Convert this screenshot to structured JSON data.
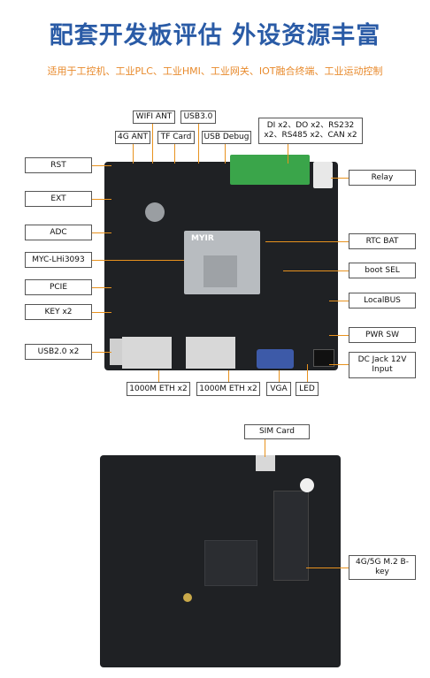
{
  "title": "配套开发板评估 外设资源丰富",
  "subtitle": "适用于工控机、工业PLC、工业HMI、工业网关、IOT融合终端、工业运动控制",
  "front_labels": {
    "wifi_ant": "WIFI ANT",
    "usb30": "USB3.0",
    "ant_4g": "4G ANT",
    "tf_card": "TF Card",
    "usb_debug": "USB Debug",
    "io_interfaces": "DI x2、DO x2、RS232 x2、RS485 x2、CAN x2",
    "rst": "RST",
    "ext": "EXT",
    "adc": "ADC",
    "som": "MYC-LHi3093",
    "pcie": "PCIE",
    "key": "KEY x2",
    "usb20": "USB2.0 x2",
    "eth1": "1000M ETH x2",
    "eth2": "1000M ETH x2",
    "vga": "VGA",
    "led": "LED",
    "relay": "Relay",
    "rtc_bat": "RTC BAT",
    "boot_sel": "boot SEL",
    "localbus": "LocalBUS",
    "pwr_sw": "PWR SW",
    "dc_jack": "DC Jack 12V Input"
  },
  "back_labels": {
    "sim_card": "SIM Card",
    "m2": "4G/5G M.2 B-key"
  },
  "board_print": {
    "brand": "MYIR"
  },
  "colors": {
    "title": "#2a5ba6",
    "subtitle": "#e88a2c",
    "leader_line": "#e8921e",
    "board": "#1f2124",
    "terminal": "#3aa54a"
  }
}
